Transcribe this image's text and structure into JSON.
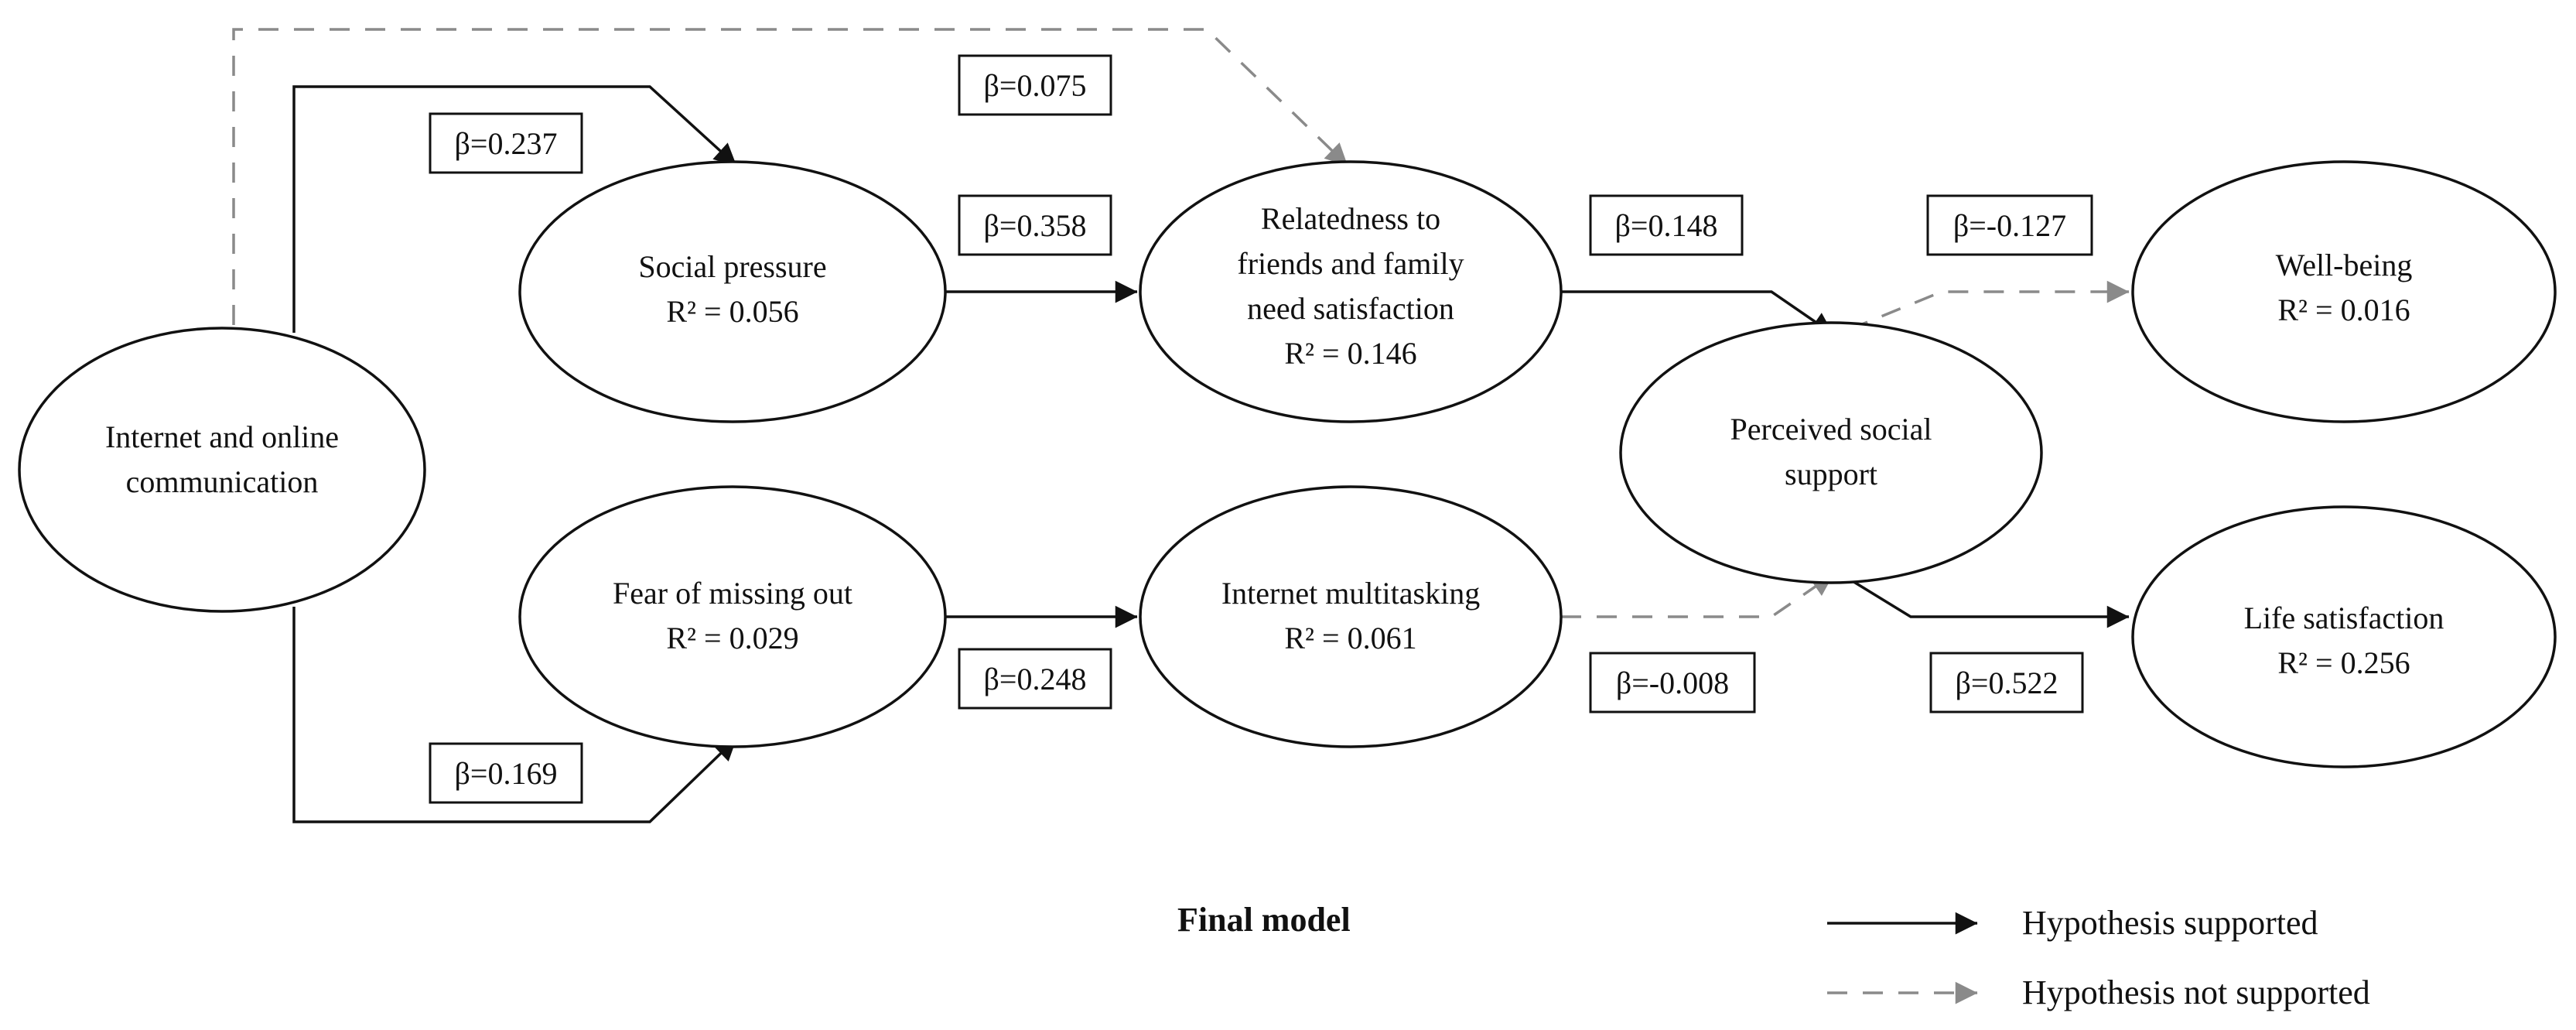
{
  "nodes": [
    {
      "id": "internet",
      "lines": [
        "Internet and online",
        "communication"
      ]
    },
    {
      "id": "social_pressure",
      "lines": [
        "Social pressure",
        "R² = 0.056"
      ]
    },
    {
      "id": "fomo",
      "lines": [
        "Fear of missing out",
        "R² = 0.029"
      ]
    },
    {
      "id": "relatedness",
      "lines": [
        "Relatedness to",
        "friends and family",
        "need satisfaction",
        "R² = 0.146"
      ]
    },
    {
      "id": "multitasking",
      "lines": [
        "Internet multitasking",
        "R² = 0.061"
      ]
    },
    {
      "id": "perceived_support",
      "lines": [
        "Perceived social",
        "support"
      ]
    },
    {
      "id": "wellbeing",
      "lines": [
        "Well-being",
        "R² = 0.016"
      ]
    },
    {
      "id": "life_satisfaction",
      "lines": [
        "Life satisfaction",
        "R² = 0.256"
      ]
    }
  ],
  "edges": [
    {
      "id": "internet_to_relatedness",
      "from": "internet",
      "to": "relatedness",
      "coefficient": "β=0.075",
      "supported": false
    },
    {
      "id": "internet_to_social_pressure",
      "from": "internet",
      "to": "social_pressure",
      "coefficient": "β=0.237",
      "supported": true
    },
    {
      "id": "internet_to_fomo",
      "from": "internet",
      "to": "fomo",
      "coefficient": "β=0.169",
      "supported": true
    },
    {
      "id": "social_pressure_to_relatedness",
      "from": "social_pressure",
      "to": "relatedness",
      "coefficient": "β=0.358",
      "supported": true
    },
    {
      "id": "fomo_to_multitasking",
      "from": "fomo",
      "to": "multitasking",
      "coefficient": "β=0.248",
      "supported": true
    },
    {
      "id": "relatedness_to_perceived_support",
      "from": "relatedness",
      "to": "perceived_support",
      "coefficient": "β=0.148",
      "supported": true
    },
    {
      "id": "multitasking_to_perceived_support",
      "from": "multitasking",
      "to": "perceived_support",
      "coefficient": "β=-0.008",
      "supported": false
    },
    {
      "id": "perceived_support_to_wellbeing",
      "from": "perceived_support",
      "to": "wellbeing",
      "coefficient": "β=-0.127",
      "supported": false
    },
    {
      "id": "perceived_support_to_life_satisfaction",
      "from": "perceived_support",
      "to": "life_satisfaction",
      "coefficient": "β=0.522",
      "supported": true
    }
  ],
  "caption": "Final model",
  "legend": {
    "supported_label": "Hypothesis supported",
    "not_supported_label": "Hypothesis not supported"
  },
  "colors": {
    "supported": "#111111",
    "not_supported": "#8a8a8a"
  }
}
